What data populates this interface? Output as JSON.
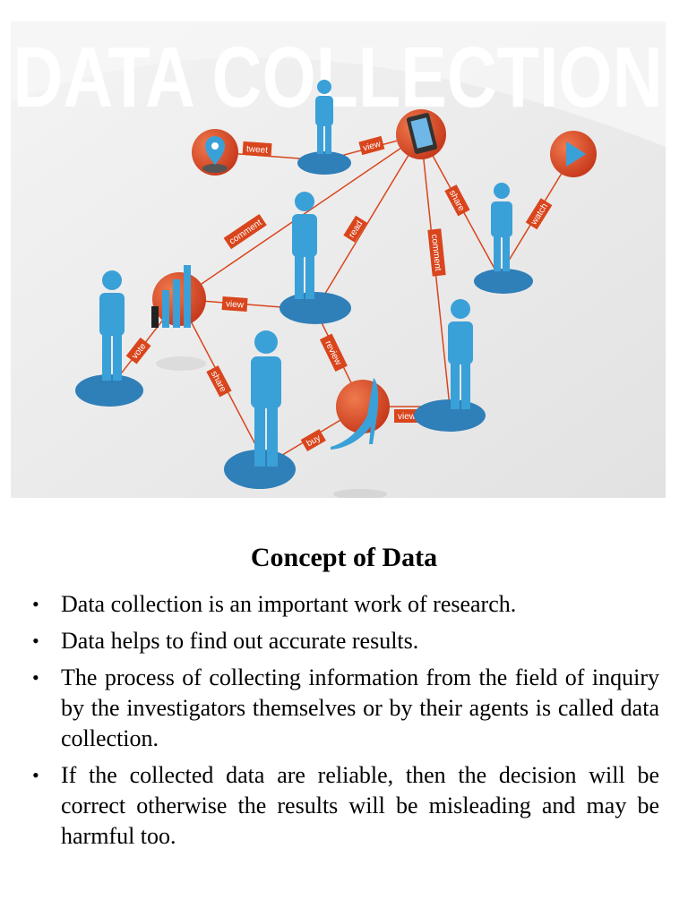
{
  "banner": {
    "title": "DATA COLLECTION",
    "edge_labels": {
      "tweet": "tweet",
      "view_top": "view",
      "comment_left": "comment",
      "read": "read",
      "comment_right": "comment",
      "share_right": "share",
      "watch": "watch",
      "view_mid": "view",
      "vote": "vote",
      "share_left": "share",
      "review": "review",
      "buy": "buy",
      "view_bottom": "view"
    },
    "colors": {
      "accent_orange": "#d9451c",
      "person_blue": "#3aa0d8",
      "disc_blue": "#2f7fb8",
      "background_gray": "#ececec"
    }
  },
  "heading": "Concept of Data",
  "bullets": [
    "Data collection is an important work of research.",
    "Data helps to find out accurate results.",
    "The process of collecting information from the field of inquiry by the investigators themselves or by their agents is called data collection.",
    "If the collected data are reliable, then the decision will be correct otherwise the results will be misleading and may be harmful too."
  ],
  "bullet_glyph": "•"
}
